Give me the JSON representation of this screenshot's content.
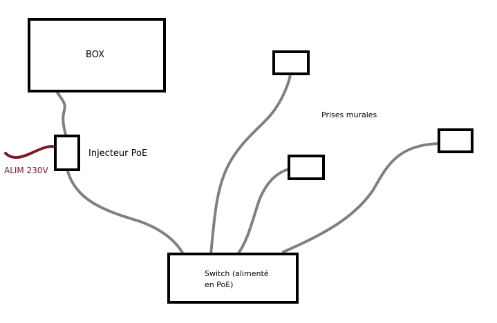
{
  "diagram": {
    "box_label": "BOX",
    "injector_label": "Injecteur PoE",
    "power_label": "ALIM 230V",
    "wall_outlets_label": "Prises murales",
    "switch_label_line1": "Switch (alimenté",
    "switch_label_line2": "en PoE)"
  },
  "colors": {
    "cable": "#808080",
    "power_cable": "#7a1a24",
    "outline": "#000000",
    "text": "#000000",
    "background": "#ffffff"
  }
}
